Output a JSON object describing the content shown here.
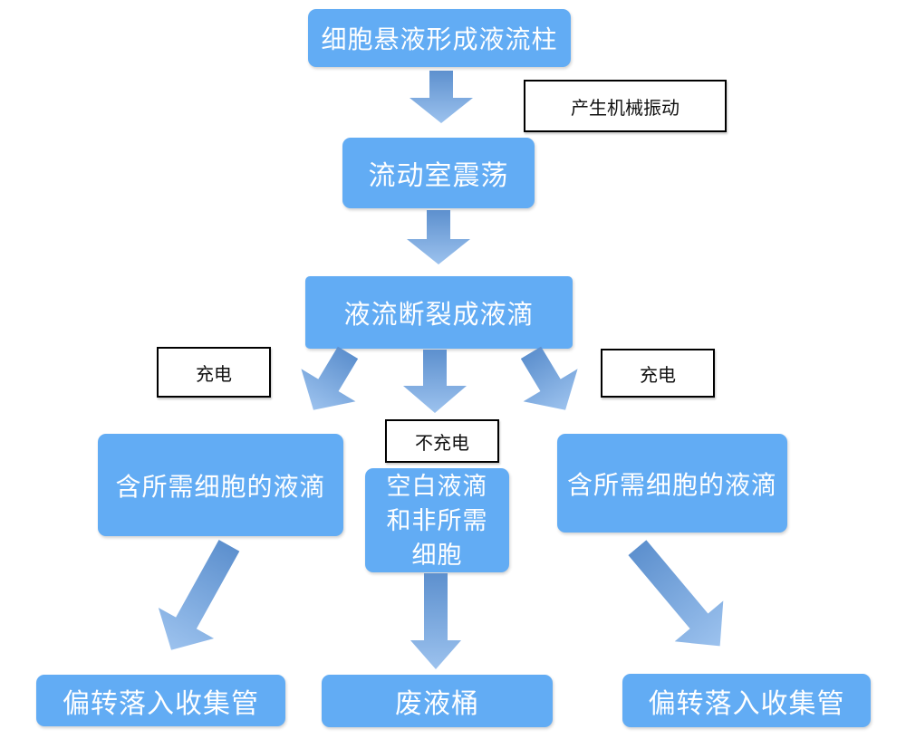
{
  "flowchart": {
    "nodes": {
      "cell_suspension": "细胞悬液形成液流柱",
      "flow_chamber": "流动室震荡",
      "stream_breaks": "液流断裂成液滴",
      "desired_left": "含所需细胞的液滴",
      "blank_center": "空白液滴\n和非所需\n细胞",
      "desired_right": "含所需细胞的液滴",
      "collect_left": "偏转落入收集管",
      "waste": "废液桶",
      "collect_right": "偏转落入收集管"
    },
    "annotations": {
      "mechanical_vibration": "产生机械振动",
      "charge_left": "充电",
      "no_charge": "不充电",
      "charge_right": "充电"
    },
    "colors": {
      "box-fill": "#62ACF4",
      "box-text": "#FFFFFF",
      "arrow-start": "#5D90CE",
      "arrow-end": "#9CC2EE",
      "annotation-border": "#000000",
      "annotation-bg": "#FFFFFF",
      "annotation-text": "#111111",
      "background": "#FFFFFF"
    }
  }
}
